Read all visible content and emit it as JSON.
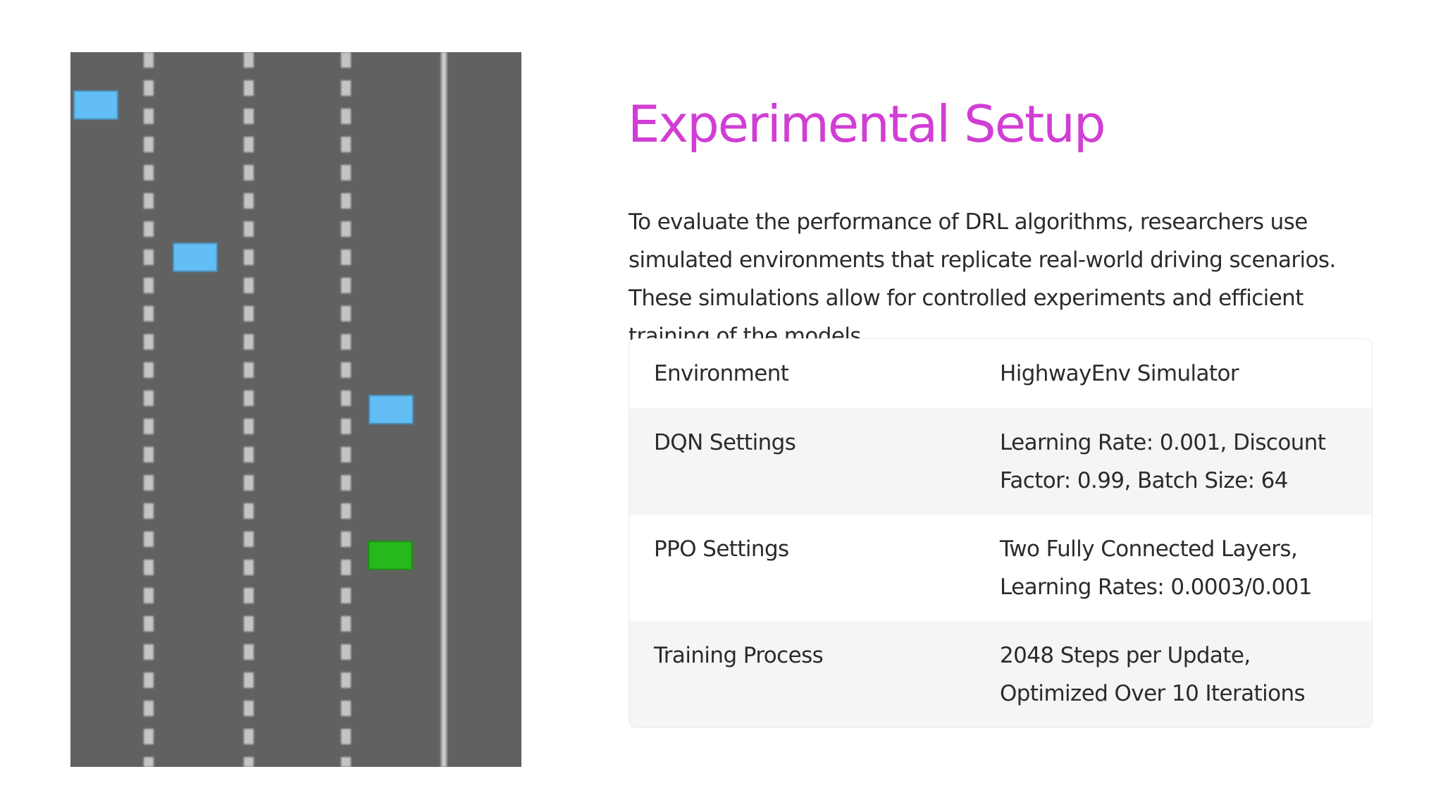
{
  "slide": {
    "title": "Experimental Setup",
    "intro": "To evaluate the performance of DRL algorithms, researchers use simulated environments that replicate real-world driving scenarios. These simulations allow for controlled experiments and efficient training of the models."
  },
  "table": {
    "rows": [
      {
        "key": "Environment",
        "value": "HighwayEnv Simulator"
      },
      {
        "key": "DQN Settings",
        "value": "Learning Rate: 0.001, Discount Factor: 0.99, Batch Size: 64"
      },
      {
        "key": "PPO Settings",
        "value": "Two Fully Connected Layers, Learning Rates: 0.0003/0.001"
      },
      {
        "key": "Training Process",
        "value": "2048 Steps per Update, Optimized Over 10 Iterations"
      }
    ]
  },
  "simulation_image": {
    "icon": "highway-simulation-image",
    "colors": {
      "road": "#616161",
      "other_vehicles": "#62bef5",
      "ego_vehicle": "#27b81c"
    }
  },
  "theme": {
    "accent": "#d13ed4",
    "text": "#2b2b2b",
    "row_alt": "#f5f5f5"
  }
}
